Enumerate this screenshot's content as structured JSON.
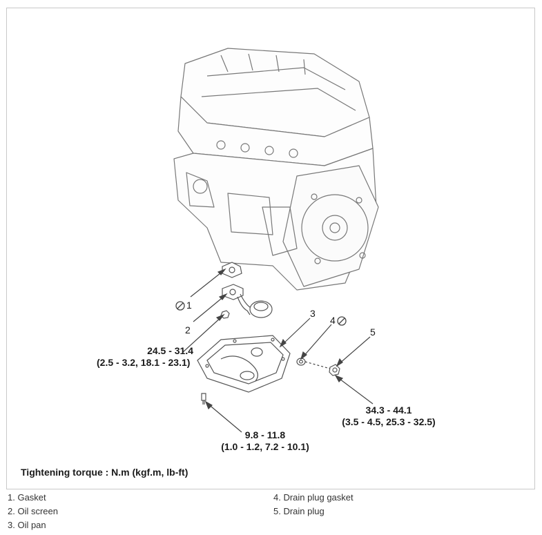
{
  "callouts": {
    "c1": "1",
    "c2": "2",
    "c3": "3",
    "c4": "4",
    "c5": "5"
  },
  "torques": {
    "oil_screen": {
      "line1": "24.5 - 31.4",
      "line2": "(2.5 - 3.2, 18.1 - 23.1)"
    },
    "drain_plug": {
      "line1": "34.3 - 44.1",
      "line2": "(3.5 - 4.5, 25.3 - 32.5)"
    },
    "oil_pan": {
      "line1": "9.8 - 11.8",
      "line2": "(1.0 - 1.2, 7.2 - 10.1)"
    }
  },
  "tightening_note": "Tightening torque : N.m (kgf.m, lb-ft)",
  "legend": [
    "1. Gasket",
    "2. Oil screen",
    "3. Oil pan",
    "4. Drain plug gasket",
    "5. Drain plug"
  ],
  "icons": {
    "non_reusable": "circle-slash-icon"
  },
  "colors": {
    "line": "#555555",
    "frame_border": "#c8c8c8"
  }
}
